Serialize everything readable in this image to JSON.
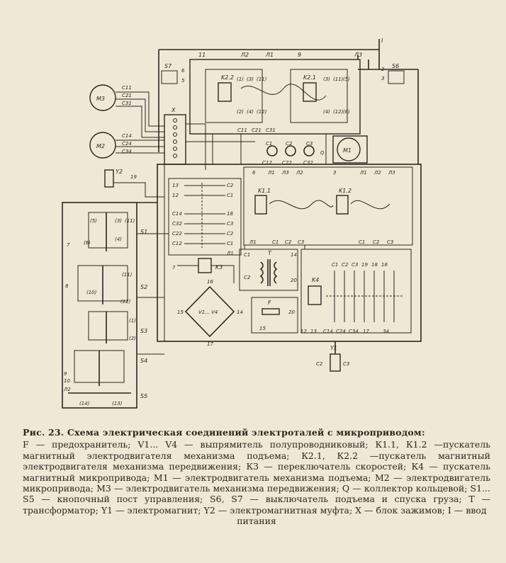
{
  "caption": {
    "title": "Рис. 23. Схема электрическая соединений электроталей с микроприводом:",
    "body": "F — предохранитель; V1... V4 — выпрямитель полупроводниковый; К1.1, К1.2 —пускатель магнитный электродвигателя механизма подъема; К2.1, К2.2 —пускатель магнитный электродвигателя механизма передвижения; К3 — переключатель скоростей; К4 — пускатель магнитный микропривода; М1 — электродвигатель механизма подъема; М2 — электродвигатель микропривода; М3 — электродвигатель механизма передвижения; Q — коллектор кольцевой; S1... S5 — кнопочный пост управления; S6, S7 — выключатель подъема и спуска груза; Т — трансформатор; Y1 — электромагнит; Y2 — электромагнитная муфта; Х — блок зажимов; I — ввод",
    "last": "питания"
  },
  "labels": {
    "intake": "I",
    "m1": "M1",
    "m2": "M2",
    "m3": "M3",
    "x": "X",
    "y1": "Y1",
    "y2": "Y2",
    "t": "T",
    "f": "F",
    "k3": "K3",
    "k4": "K4",
    "k11": "K1.1",
    "k12": "K1.2",
    "k21": "K2.1",
    "k22": "K2.2",
    "s1": "S1",
    "s2": "S2",
    "s3": "S3",
    "s4": "S4",
    "s5": "S5",
    "s6": "S6",
    "s7": "S7",
    "q": "Q",
    "bridge": "V1... V4",
    "m3_terms": [
      "C11",
      "C21",
      "C31"
    ],
    "m2_terms": [
      "C14",
      "C24",
      "C34"
    ],
    "q_terms": [
      "C1",
      "C2",
      "C3",
      "C12",
      "C22",
      "C32"
    ],
    "top_wires": [
      "11",
      "Л2",
      "Л1",
      "9",
      "Л3"
    ],
    "s6_terms": [
      "2",
      "3"
    ],
    "s7_terms": [
      "6",
      "5"
    ],
    "k22_terms": [
      "(1)",
      "(3)",
      "(11)",
      "(2)",
      "(4)",
      "(12)"
    ],
    "k21_terms": [
      "(3)",
      "(11)",
      "(5)",
      "(4)",
      "(12)",
      "(6)"
    ],
    "y2_term": "19",
    "left_block": [
      "13",
      "12",
      "C14",
      "C32",
      "C22",
      "C12",
      "7"
    ],
    "left_block_r": [
      "C2",
      "C1",
      "18",
      "C3",
      "C2",
      "C1",
      "Л1"
    ],
    "k1_top": [
      "6",
      "Л1",
      "Л3",
      "Л2",
      "3",
      "Л1",
      "Л2",
      "Л3"
    ],
    "k1_bottom": [
      "Л1",
      "C1",
      "C2",
      "C3",
      "C1",
      "C2",
      "C3"
    ],
    "trans_terms": [
      "C1",
      "C2",
      "14",
      "20"
    ],
    "bridge_terms": [
      "16",
      "15",
      "14",
      "17"
    ],
    "f_terms": [
      "20",
      "15"
    ],
    "k4_terms": [
      "C1",
      "C2",
      "C3",
      "19",
      "18",
      "16"
    ],
    "k4_bottom": [
      "12",
      "13",
      "C14",
      "C24",
      "C34",
      "17",
      "34"
    ],
    "y1_terms": [
      "C2",
      "C3"
    ],
    "pendant_terms": [
      "(5)",
      "(3)",
      "(11)",
      "(6)",
      "(4)",
      "(10)",
      "(11)",
      "(12)",
      "(1)",
      "(2)",
      "(14)",
      "(13)",
      "7",
      "8",
      "9",
      "10",
      "Л2"
    ]
  }
}
